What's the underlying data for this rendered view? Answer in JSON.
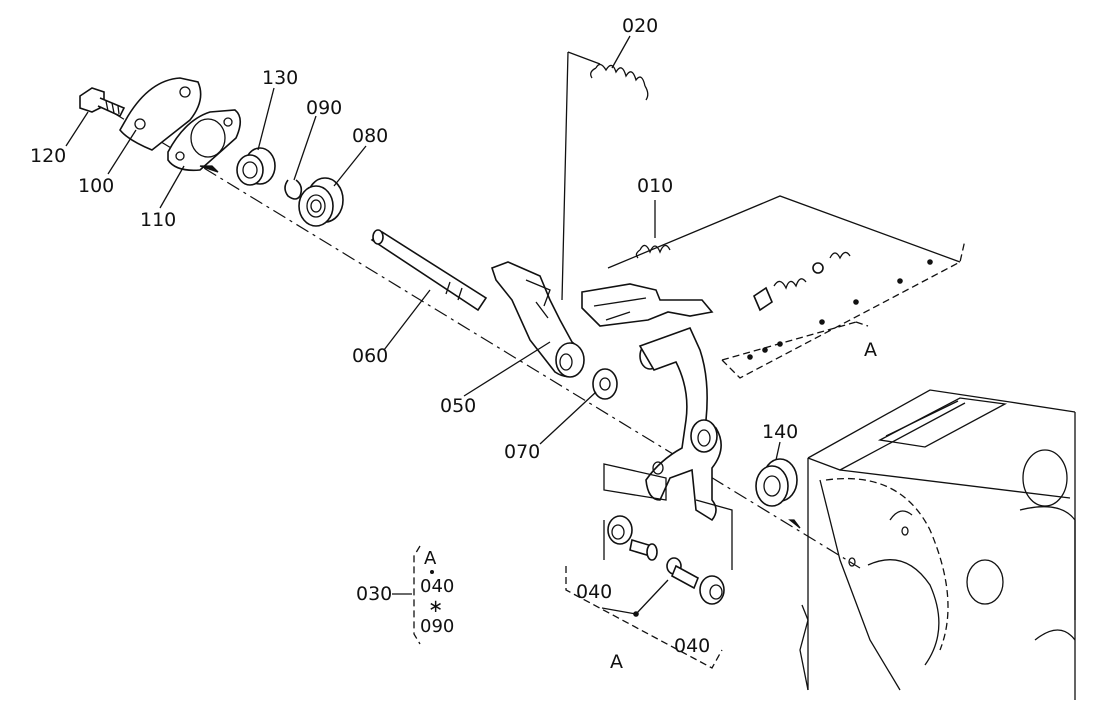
{
  "diagram": {
    "callouts": {
      "p010": "010",
      "p020": "020",
      "p030": "030",
      "p040_a": "040",
      "p040_b": "040",
      "p050": "050",
      "p060": "060",
      "p070": "070",
      "p080": "080",
      "p090": "090",
      "p100": "100",
      "p110": "110",
      "p120": "120",
      "p130": "130",
      "p140": "140"
    },
    "group_refs": {
      "a_upper": "A",
      "a_lower": "A"
    },
    "kit_legend": {
      "parent": "030",
      "ref": "A",
      "first": "040",
      "range_mark": "∗",
      "last": "090"
    }
  }
}
